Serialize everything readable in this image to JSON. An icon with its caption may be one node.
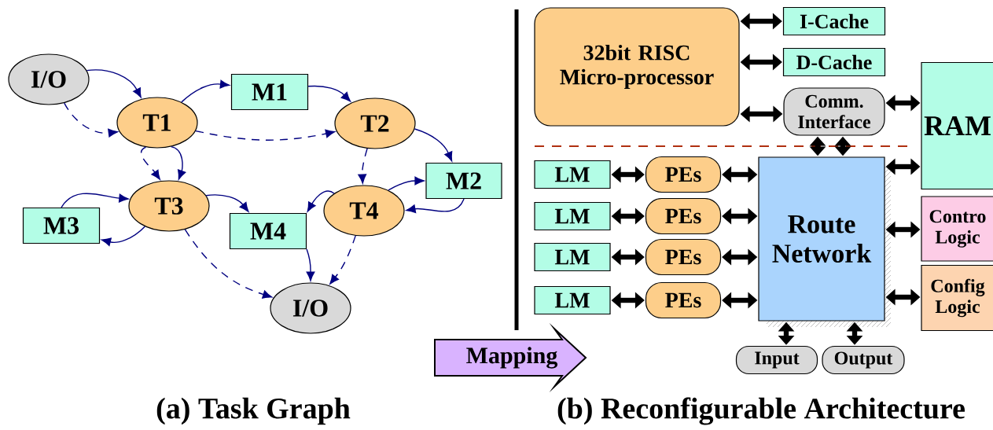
{
  "diagram": {
    "nodes": [
      {
        "text": [
          "I/O"
        ]
      },
      {
        "text": [
          "T1"
        ]
      },
      {
        "text": [
          "M1"
        ]
      },
      {
        "text": [
          "T2"
        ]
      },
      {
        "text": [
          "M2"
        ]
      },
      {
        "text": [
          "T3"
        ]
      },
      {
        "text": [
          "M3"
        ]
      },
      {
        "text": [
          "M4"
        ]
      },
      {
        "text": [
          "T4"
        ]
      },
      {
        "text": [
          "I/O"
        ]
      },
      {
        "text": [
          "32bit RISC Micro-processor"
        ]
      },
      {
        "text": [
          "I-Cache"
        ]
      },
      {
        "text": [
          "D-Cache"
        ]
      },
      {
        "text": [
          "Comm. Interface"
        ]
      },
      {
        "text": [
          "RAM"
        ]
      },
      {
        "text": [
          "LM"
        ]
      },
      {
        "text": [
          "PEs"
        ]
      },
      {
        "text": [
          "LM"
        ]
      },
      {
        "text": [
          "PEs"
        ]
      },
      {
        "text": [
          "LM"
        ]
      },
      {
        "text": [
          "PEs"
        ]
      },
      {
        "text": [
          "LM"
        ]
      },
      {
        "text": [
          "PEs"
        ]
      },
      {
        "text": [
          "Route Network"
        ]
      },
      {
        "text": [
          "Contro Logic"
        ]
      },
      {
        "text": [
          "Config Logic"
        ]
      },
      {
        "text": [
          "Input"
        ]
      },
      {
        "text": [
          "Output"
        ]
      },
      {
        "text": [
          "Mapping"
        ]
      }
    ],
    "edges": [
      {
        "from": 0,
        "to": 1,
        "arrow": "to",
        "color": "#000080"
      },
      {
        "from": 0,
        "to": 1,
        "arrow": "to",
        "style": "dashed",
        "color": "#000080"
      },
      {
        "from": 1,
        "to": 2,
        "arrow": "to",
        "color": "#000080"
      },
      {
        "from": 2,
        "to": 3,
        "arrow": "to",
        "color": "#000080"
      },
      {
        "from": 1,
        "to": 3,
        "arrow": "to",
        "style": "dashed",
        "color": "#000080"
      },
      {
        "from": 3,
        "to": 4,
        "arrow": "to",
        "color": "#000080"
      },
      {
        "from": 1,
        "to": 5,
        "arrow": "to",
        "color": "#000080"
      },
      {
        "from": 1,
        "to": 5,
        "arrow": "to",
        "style": "dashed",
        "color": "#000080"
      },
      {
        "from": 6,
        "to": 5,
        "arrow": "to",
        "color": "#000080"
      },
      {
        "from": 5,
        "to": 6,
        "arrow": "to",
        "color": "#000080"
      },
      {
        "from": 5,
        "to": 7,
        "arrow": "to",
        "color": "#000080"
      },
      {
        "from": 3,
        "to": 8,
        "arrow": "to",
        "style": "dashed",
        "color": "#000080"
      },
      {
        "from": 8,
        "to": 4,
        "arrow": "to",
        "color": "#000080"
      },
      {
        "from": 4,
        "to": 8,
        "arrow": "to",
        "color": "#000080"
      },
      {
        "from": 8,
        "to": 7,
        "arrow": "to",
        "color": "#000080"
      },
      {
        "from": 7,
        "to": 9,
        "arrow": "to",
        "color": "#000080"
      },
      {
        "from": 5,
        "to": 9,
        "arrow": "to",
        "style": "dashed",
        "color": "#000080"
      },
      {
        "from": 8,
        "to": 9,
        "arrow": "to",
        "style": "dashed",
        "color": "#000080"
      },
      {
        "from": 10,
        "to": 11,
        "arrow": "both",
        "color": "#000000"
      },
      {
        "from": 10,
        "to": 12,
        "arrow": "both",
        "color": "#000000"
      },
      {
        "from": 10,
        "to": 13,
        "arrow": "both",
        "color": "#000000"
      },
      {
        "from": 13,
        "to": 14,
        "arrow": "both",
        "color": "#000000"
      },
      {
        "from": 13,
        "to": 23,
        "arrow": "both",
        "color": "#000000"
      },
      {
        "from": 13,
        "to": 23,
        "arrow": "both",
        "color": "#000000"
      },
      {
        "from": 15,
        "to": 16,
        "arrow": "both",
        "color": "#000000"
      },
      {
        "from": 16,
        "to": 23,
        "arrow": "both",
        "color": "#000000"
      },
      {
        "from": 17,
        "to": 18,
        "arrow": "both",
        "color": "#000000"
      },
      {
        "from": 18,
        "to": 23,
        "arrow": "both",
        "color": "#000000"
      },
      {
        "from": 19,
        "to": 20,
        "arrow": "both",
        "color": "#000000"
      },
      {
        "from": 20,
        "to": 23,
        "arrow": "both",
        "color": "#000000"
      },
      {
        "from": 21,
        "to": 22,
        "arrow": "both",
        "color": "#000000"
      },
      {
        "from": 22,
        "to": 23,
        "arrow": "both",
        "color": "#000000"
      },
      {
        "from": 23,
        "to": 14,
        "arrow": "both",
        "color": "#000000"
      },
      {
        "from": 23,
        "to": 24,
        "arrow": "both",
        "color": "#000000"
      },
      {
        "from": 23,
        "to": 25,
        "arrow": "both",
        "color": "#000000"
      },
      {
        "from": 23,
        "to": 26,
        "arrow": "both",
        "color": "#000000"
      },
      {
        "from": 23,
        "to": 27,
        "arrow": "both",
        "color": "#000000"
      }
    ],
    "labels": [
      "(a) Task Graph",
      "(b) Reconfigurable Architecture"
    ]
  }
}
